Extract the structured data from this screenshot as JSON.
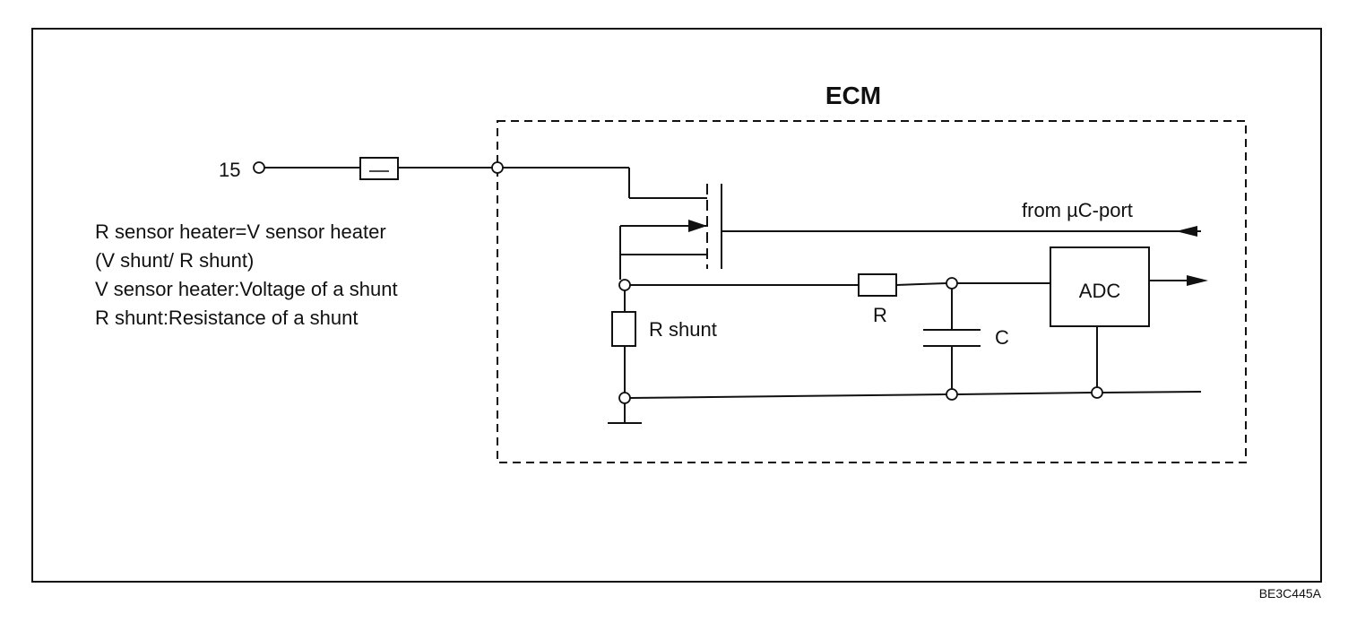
{
  "diagram": {
    "ecm_label": "ECM",
    "supply_terminal": "15",
    "formula_lines": [
      "R sensor heater=V sensor heater",
      "(V shunt/ R shunt)",
      "V sensor heater:Voltage of a shunt",
      "R shunt:Resistance of a shunt"
    ],
    "from_port_label": "from µC-port",
    "adc_label": "ADC",
    "shunt_resistor_label": "R shunt",
    "resistor_label": "R",
    "capacitor_label": "C",
    "figure_code": "BE3C445A"
  }
}
